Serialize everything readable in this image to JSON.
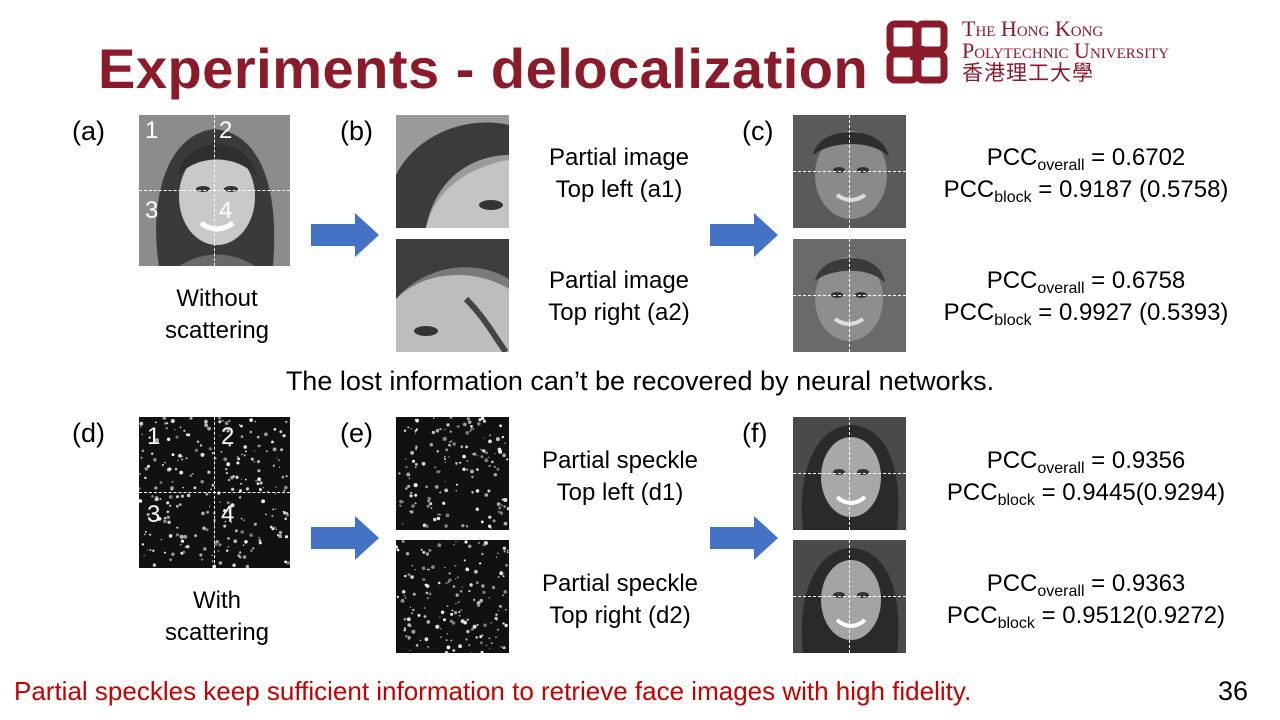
{
  "title": "Experiments - delocalization",
  "university": {
    "line1": "The Hong Kong",
    "line2": "Polytechnic University",
    "line3": "香港理工大學"
  },
  "labels": {
    "a": "(a)",
    "b": "(b)",
    "c": "(c)",
    "d": "(d)",
    "e": "(e)",
    "f": "(f)"
  },
  "quadrants": [
    "1",
    "2",
    "3",
    "4"
  ],
  "captions": {
    "a_line1": "Without",
    "a_line2": "scattering",
    "d_line1": "With",
    "d_line2": "scattering",
    "b1_line1": "Partial image",
    "b1_line2": "Top left (a1)",
    "b2_line1": "Partial image",
    "b2_line2": "Top right (a2)",
    "e1_line1": "Partial speckle",
    "e1_line2": "Top left (d1)",
    "e2_line1": "Partial speckle",
    "e2_line2": "Top right (d2)"
  },
  "pcc": {
    "prefix": "PCC",
    "overall_sub": "overall",
    "block_sub": "block",
    "c1_overall": " = 0.6702",
    "c1_block": " = 0.9187 (0.5758)",
    "c2_overall": " = 0.6758",
    "c2_block": " = 0.9927 (0.5393)",
    "f1_overall": " = 0.9356",
    "f1_block": " = 0.9445(0.9294)",
    "f2_overall": " = 0.9363",
    "f2_block": " = 0.9512(0.9272)"
  },
  "middle_note": "The lost information can’t be recovered by neural networks.",
  "bottom_note": "Partial speckles keep sufficient information to retrieve face images with high fidelity.",
  "page_number": "36",
  "colors": {
    "title": "#8b1a2b",
    "arrow": "#4472c4",
    "bottom_note": "#c00000"
  }
}
